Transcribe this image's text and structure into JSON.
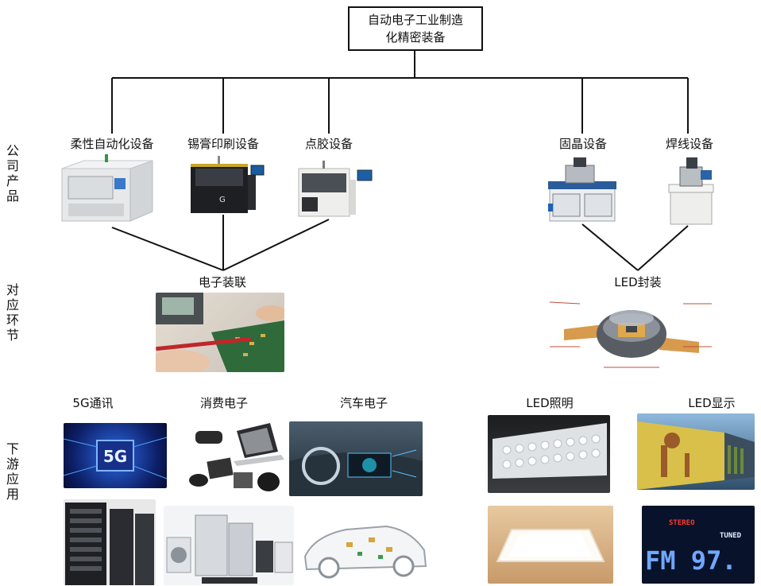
{
  "root": {
    "line1": "自动电子工业制造",
    "line2": "化精密装备"
  },
  "side_labels": {
    "products": [
      "公",
      "司",
      "产",
      "品"
    ],
    "stage": [
      "对",
      "应",
      "环",
      "节"
    ],
    "downstream": [
      "下",
      "游",
      "应",
      "用"
    ]
  },
  "products": [
    {
      "label": "柔性自动化设备"
    },
    {
      "label": "锡膏印刷设备"
    },
    {
      "label": "点胶设备"
    },
    {
      "label": "固晶设备"
    },
    {
      "label": "焊线设备"
    }
  ],
  "stages": [
    {
      "label": "电子装联"
    },
    {
      "label": "LED封装"
    }
  ],
  "applications": [
    {
      "label": "5G通讯"
    },
    {
      "label": "消费电子"
    },
    {
      "label": "汽车电子"
    },
    {
      "label": "LED照明"
    },
    {
      "label": "LED显示"
    }
  ],
  "image_text": {
    "fiveg": "5G",
    "stereo": "STEREO",
    "tuned": "TUNED",
    "fm": "FM 97."
  },
  "colors": {
    "line": "#111111",
    "led_blue": "#2a7cff",
    "display_bg": "#08122a"
  }
}
